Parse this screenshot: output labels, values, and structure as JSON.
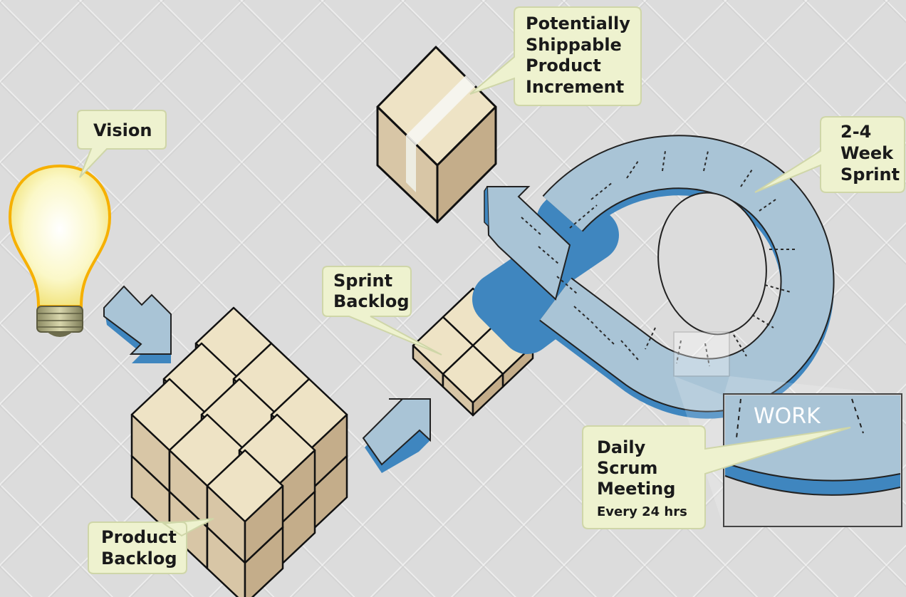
{
  "labels": {
    "vision": "Vision",
    "product_backlog": [
      "Product",
      "Backlog"
    ],
    "sprint_backlog": [
      "Sprint",
      "Backlog"
    ],
    "increment": [
      "Potentially",
      "Shippable",
      "Product",
      "Increment"
    ],
    "sprint": [
      "2-4",
      "Week",
      "Sprint"
    ],
    "daily_scrum": [
      "Daily",
      "Scrum",
      "Meeting"
    ],
    "daily_scrum_note": "Every 24 hrs",
    "work": "WORK"
  },
  "colors": {
    "background": "#dcdcdc",
    "callout_fill": "#eef2cf",
    "arrow_fill": "#a9c4d6",
    "arrow_edge": "#3f86bf",
    "cube_top": "#eee3c5",
    "cube_left": "#d8c6a6",
    "cube_right": "#c4ad8a",
    "bulb_glow": "#f7b500"
  },
  "icons": {
    "vision": "light-bulb-icon",
    "increment": "shipping-box-icon"
  }
}
